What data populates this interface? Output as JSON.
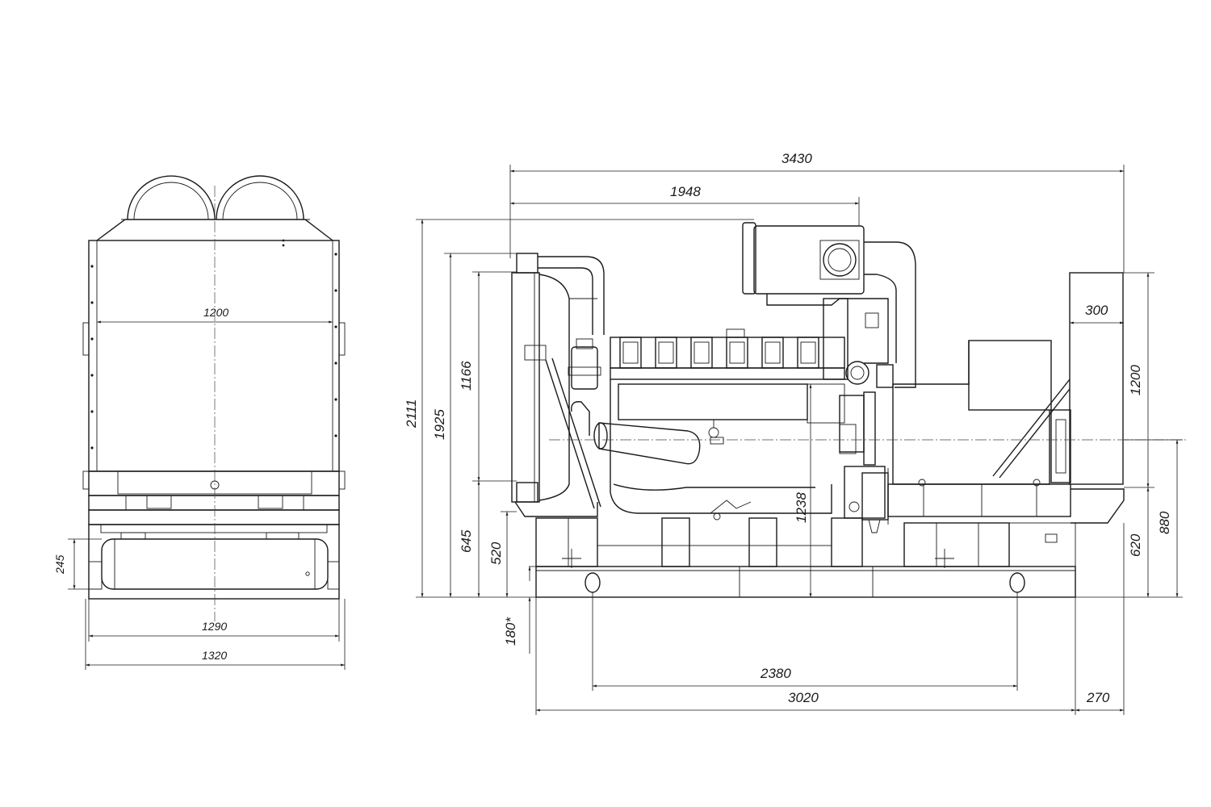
{
  "front_view": {
    "dimensions": {
      "width_inner": "1200",
      "height_tank": "245",
      "width_frame": "1290",
      "width_overall": "1320"
    }
  },
  "side_view": {
    "dimensions": {
      "length_overall": "3430",
      "length_engine": "1948",
      "height_overall": "2111",
      "height_radiator": "1925",
      "height_1166": "1166",
      "height_645": "645",
      "height_520": "520",
      "height_1238": "1238",
      "base_height": "180*",
      "mount_spacing": "2380",
      "base_length": "3020",
      "offset_270": "270",
      "alt_width": "300",
      "alt_height": "1200",
      "height_620": "620",
      "height_880": "880"
    }
  }
}
